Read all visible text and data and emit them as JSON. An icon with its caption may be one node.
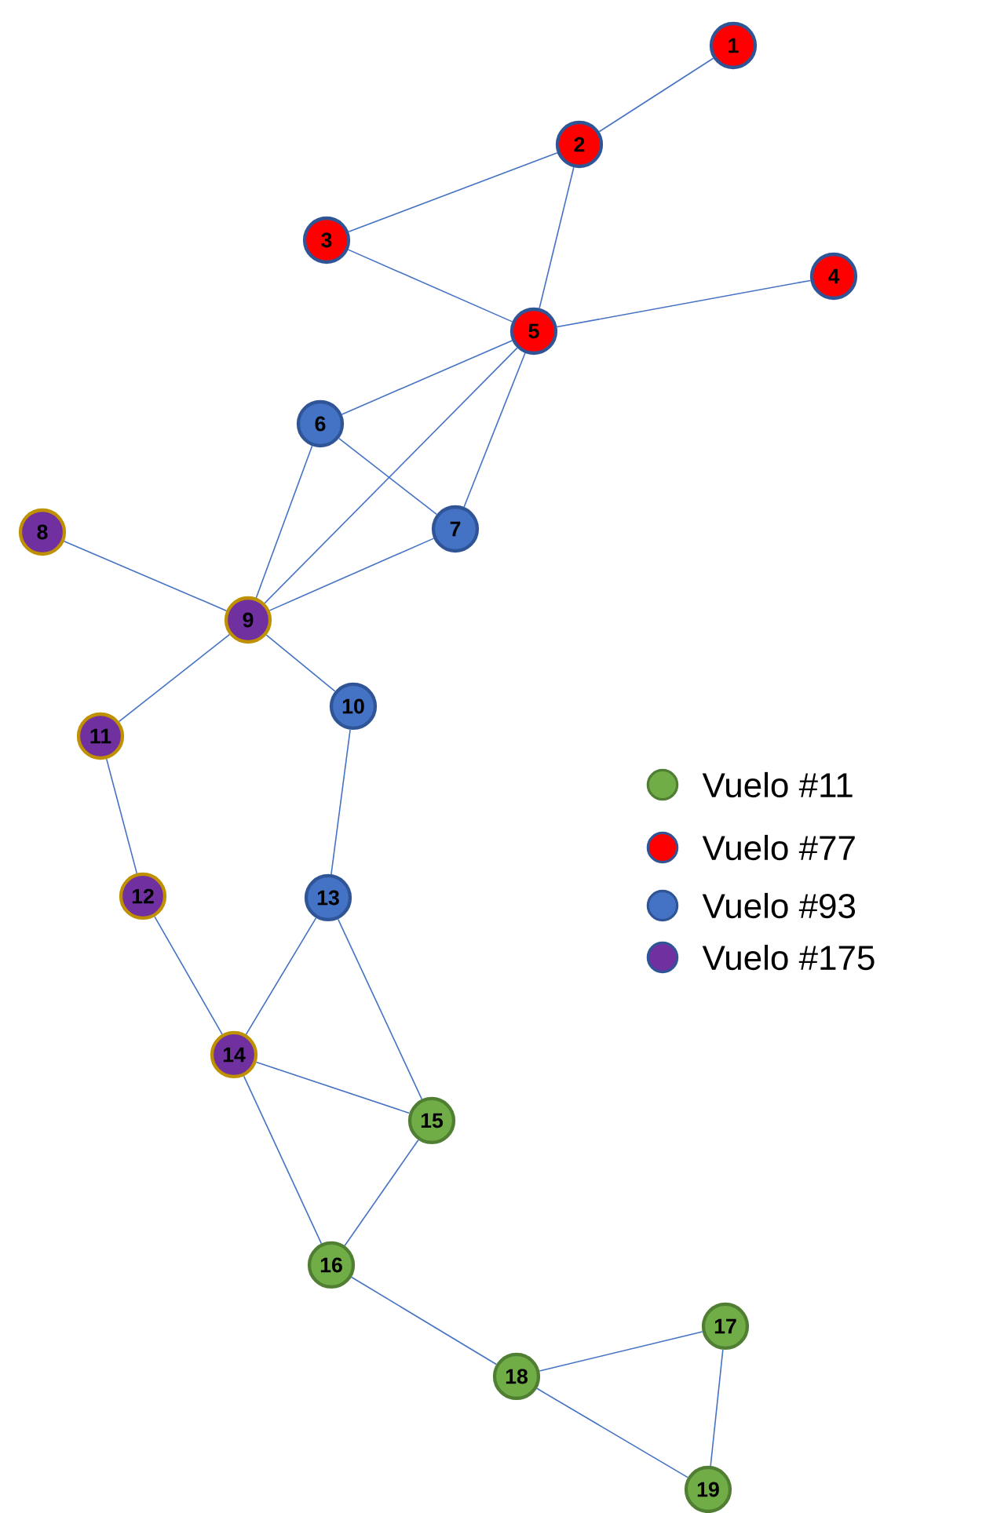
{
  "diagram": {
    "nodes": [
      {
        "text": [
          "1"
        ]
      },
      {
        "text": [
          "2"
        ]
      },
      {
        "text": [
          "3"
        ]
      },
      {
        "text": [
          "4"
        ]
      },
      {
        "text": [
          "5"
        ]
      },
      {
        "text": [
          "6"
        ]
      },
      {
        "text": [
          "7"
        ]
      },
      {
        "text": [
          "8"
        ]
      },
      {
        "text": [
          "9"
        ]
      },
      {
        "text": [
          "10"
        ]
      },
      {
        "text": [
          "11"
        ]
      },
      {
        "text": [
          "12"
        ]
      },
      {
        "text": [
          "13"
        ]
      },
      {
        "text": [
          "14"
        ]
      },
      {
        "text": [
          "15"
        ]
      },
      {
        "text": [
          "16"
        ]
      },
      {
        "text": [
          "17"
        ]
      },
      {
        "text": [
          "18"
        ]
      },
      {
        "text": [
          "19"
        ]
      }
    ],
    "edges": [
      {
        "from": 0,
        "to": 1,
        "arrow": "none"
      },
      {
        "from": 1,
        "to": 2,
        "arrow": "none"
      },
      {
        "from": 1,
        "to": 4,
        "arrow": "none"
      },
      {
        "from": 2,
        "to": 4,
        "arrow": "none"
      },
      {
        "from": 4,
        "to": 3,
        "arrow": "none"
      },
      {
        "from": 4,
        "to": 5,
        "arrow": "none"
      },
      {
        "from": 4,
        "to": 8,
        "arrow": "none"
      },
      {
        "from": 4,
        "to": 6,
        "arrow": "none"
      },
      {
        "from": 5,
        "to": 6,
        "arrow": "none"
      },
      {
        "from": 5,
        "to": 8,
        "arrow": "none"
      },
      {
        "from": 6,
        "to": 8,
        "arrow": "none"
      },
      {
        "from": 7,
        "to": 8,
        "arrow": "none"
      },
      {
        "from": 8,
        "to": 9,
        "arrow": "none"
      },
      {
        "from": 8,
        "to": 10,
        "arrow": "none"
      },
      {
        "from": 9,
        "to": 12,
        "arrow": "none"
      },
      {
        "from": 10,
        "to": 11,
        "arrow": "none"
      },
      {
        "from": 11,
        "to": 13,
        "arrow": "none"
      },
      {
        "from": 12,
        "to": 13,
        "arrow": "none"
      },
      {
        "from": 12,
        "to": 14,
        "arrow": "none"
      },
      {
        "from": 13,
        "to": 14,
        "arrow": "none"
      },
      {
        "from": 13,
        "to": 15,
        "arrow": "none"
      },
      {
        "from": 14,
        "to": 15,
        "arrow": "none"
      },
      {
        "from": 15,
        "to": 17,
        "arrow": "none"
      },
      {
        "from": 17,
        "to": 16,
        "arrow": "none"
      },
      {
        "from": 16,
        "to": 18,
        "arrow": "none"
      },
      {
        "from": 17,
        "to": 18,
        "arrow": "none"
      }
    ],
    "legend": [
      {
        "text": "Vuelo #11",
        "color": "#70ad47"
      },
      {
        "text": "Vuelo #77",
        "color": "#ff0000"
      },
      {
        "text": "Vuelo #93",
        "color": "#4472c4"
      },
      {
        "text": "Vuelo #175",
        "color": "#7030a0"
      }
    ]
  }
}
